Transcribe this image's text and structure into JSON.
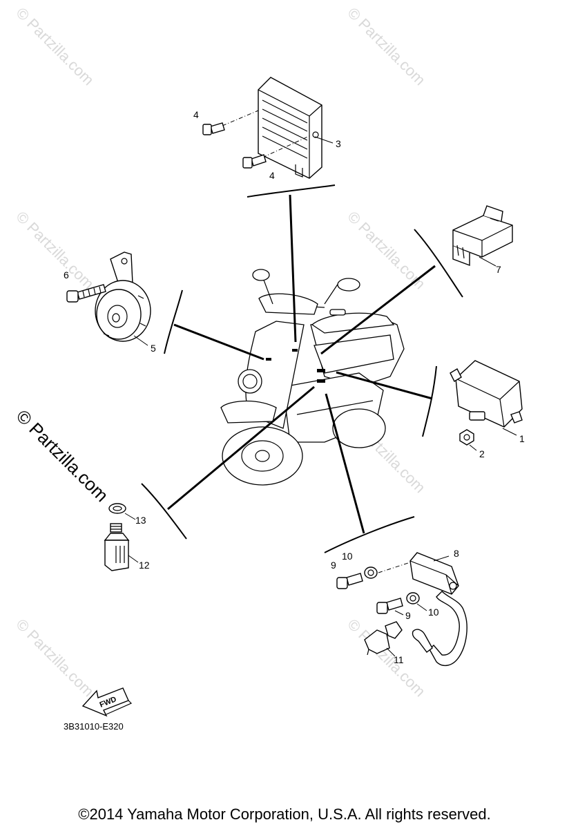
{
  "watermark": {
    "text": "© Partzilla.com"
  },
  "callouts": {
    "c1": "1",
    "c2": "2",
    "c3": "3",
    "c4a": "4",
    "c4b": "4",
    "c5": "5",
    "c6": "6",
    "c7": "7",
    "c8": "8",
    "c9a": "9",
    "c9b": "9",
    "c10a": "10",
    "c10b": "10",
    "c11": "11",
    "c12": "12",
    "c13": "13"
  },
  "fwd_label": "FWD",
  "diagram_code": "3B31010-E320",
  "copyright": "©2014  Yamaha Motor Corporation, U.S.A. All rights reserved."
}
